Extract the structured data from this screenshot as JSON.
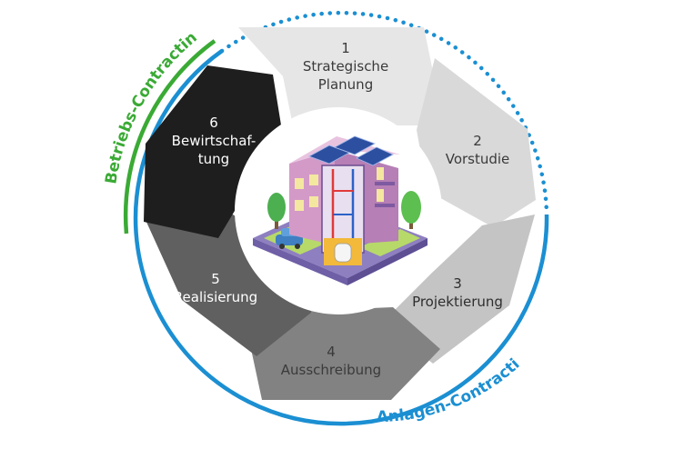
{
  "cycle": {
    "segments": [
      {
        "number": "1",
        "line1": "Strategische",
        "line2": "Planung",
        "fill": "#e6e6e6",
        "text_color": "#3a3a3a"
      },
      {
        "number": "2",
        "line1": "Vorstudie",
        "line2": "",
        "fill": "#d9d9d9",
        "text_color": "#3a3a3a"
      },
      {
        "number": "3",
        "line1": "Projektierung",
        "line2": "",
        "fill": "#c4c4c4",
        "text_color": "#2e2e2e"
      },
      {
        "number": "4",
        "line1": "Ausschreibung",
        "line2": "",
        "fill": "#828282",
        "text_color": "#3a3a3a"
      },
      {
        "number": "5",
        "line1": "Realisierung",
        "line2": "",
        "fill": "#606060",
        "text_color": "#ffffff"
      },
      {
        "number": "6",
        "line1": "Bewirtschaf-",
        "line2": "tung",
        "fill": "#1e1e1e",
        "text_color": "#ffffff"
      }
    ]
  },
  "arcs": {
    "betriebs": {
      "label": "Betriebs-Contracting",
      "color": "#3aaa35"
    },
    "anlagen": {
      "label": "Anlagen-Contracting",
      "color": "#1b8fd2"
    }
  },
  "center": {
    "icon": "building-heatpump-illustration"
  }
}
